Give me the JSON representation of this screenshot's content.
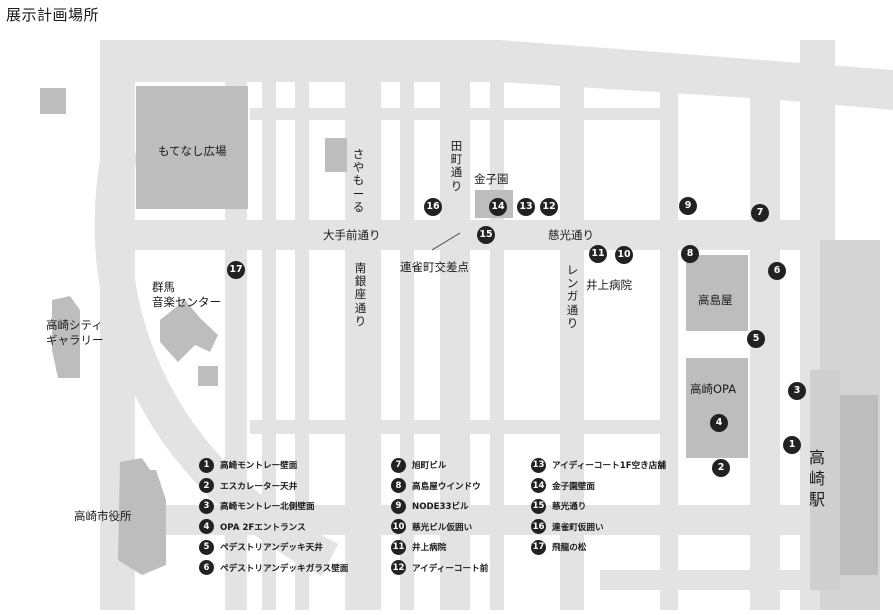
{
  "title": "展示計画場所",
  "places": {
    "motenashi": "もてなし広場",
    "sayamoru": "さやもーる",
    "tamachi": "田町通り",
    "kanekoen": "金子園",
    "otemae": "大手前通り",
    "jikou": "慈光通り",
    "renjaku": "連雀町交差点",
    "minamiginza": "南銀座通り",
    "renga": "レンガ通り",
    "inoue_hospital": "井上病院",
    "takashimaya": "高島屋",
    "opa": "高崎OPA",
    "gunma_music_1": "群馬",
    "gunma_music_2": "音楽センター",
    "gallery_1": "高崎シティ",
    "gallery_2": "ギャラリー",
    "cityhall": "高崎市役所",
    "station": "高崎駅"
  },
  "markers": [
    "1",
    "2",
    "3",
    "4",
    "5",
    "6",
    "7",
    "8",
    "9",
    "10",
    "11",
    "12",
    "13",
    "14",
    "15",
    "16",
    "17"
  ],
  "legend": {
    "col1": [
      {
        "num": "1",
        "text": "高崎モントレー壁面"
      },
      {
        "num": "2",
        "text": "エスカレーター天井"
      },
      {
        "num": "3",
        "text": "高崎モントレー北側壁面"
      },
      {
        "num": "4",
        "text": "OPA 2Fエントランス"
      },
      {
        "num": "5",
        "text": "ペデストリアンデッキ天井"
      },
      {
        "num": "6",
        "text": "ペデストリアンデッキガラス壁面"
      }
    ],
    "col2": [
      {
        "num": "7",
        "text": "旭町ビル"
      },
      {
        "num": "8",
        "text": "高島屋ウインドウ"
      },
      {
        "num": "9",
        "text": "NODE33ビル"
      },
      {
        "num": "10",
        "text": "慈光ビル仮囲い"
      },
      {
        "num": "11",
        "text": "井上病院"
      },
      {
        "num": "12",
        "text": "アイディーコート前"
      }
    ],
    "col3": [
      {
        "num": "13",
        "text": "アイディーコート1F空き店舗"
      },
      {
        "num": "14",
        "text": "金子園壁面"
      },
      {
        "num": "15",
        "text": "慈光通り"
      },
      {
        "num": "16",
        "text": "連雀町仮囲い"
      },
      {
        "num": "17",
        "text": "飛龍の松"
      }
    ]
  },
  "colors": {
    "road": "#e3e3e3",
    "building": "#bdbdbd",
    "marker": "#222222",
    "text": "#1a1a1a"
  }
}
